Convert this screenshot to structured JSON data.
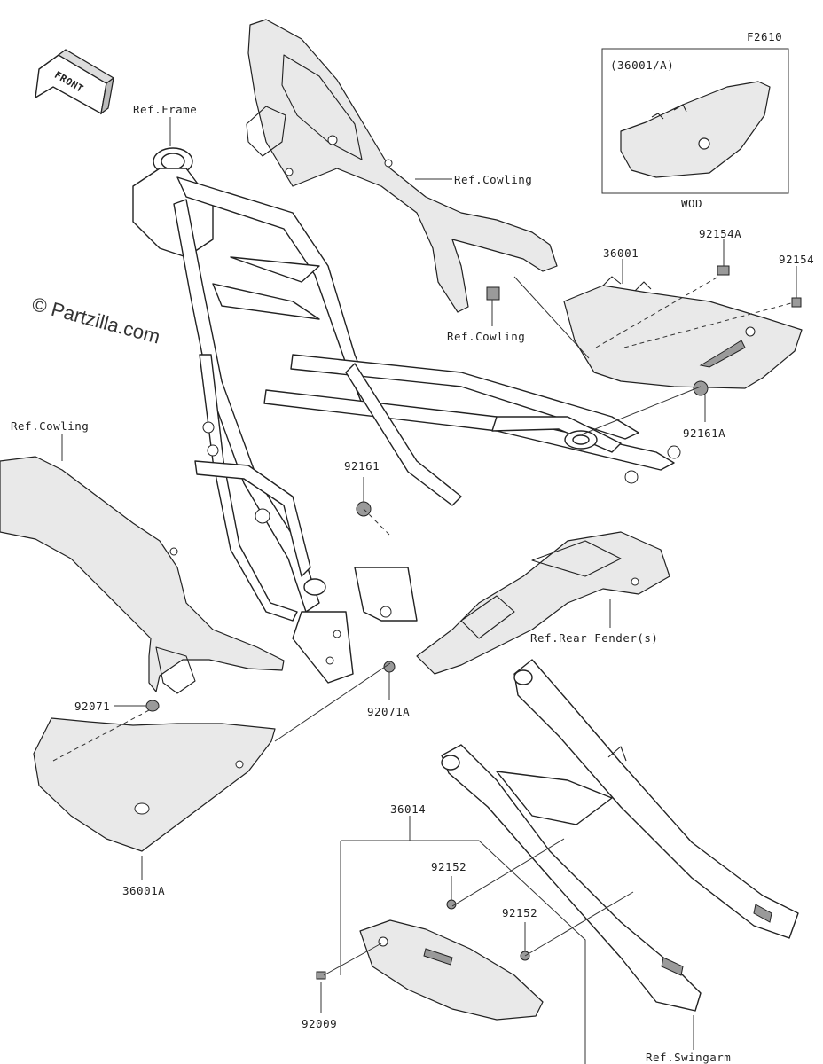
{
  "diagram_code": "F2610",
  "watermark": "© Partzilla.com",
  "front_arrow": "FRONT",
  "inset": {
    "title": "(36001/A)",
    "caption": "WOD"
  },
  "labels": {
    "ref_frame": "Ref.Frame",
    "ref_cowling_top": "Ref.Cowling",
    "ref_cowling_mid": "Ref.Cowling",
    "ref_cowling_left": "Ref.Cowling",
    "ref_rear_fender": "Ref.Rear Fender(s)",
    "ref_swingarm": "Ref.Swingarm",
    "p36001": "36001",
    "p92154A": "92154A",
    "p92154": "92154",
    "p92161A": "92161A",
    "p92161": "92161",
    "p92071": "92071",
    "p92071A": "92071A",
    "p36001A": "36001A",
    "p36014": "36014",
    "p92152_a": "92152",
    "p92152_b": "92152",
    "p92009": "92009"
  }
}
